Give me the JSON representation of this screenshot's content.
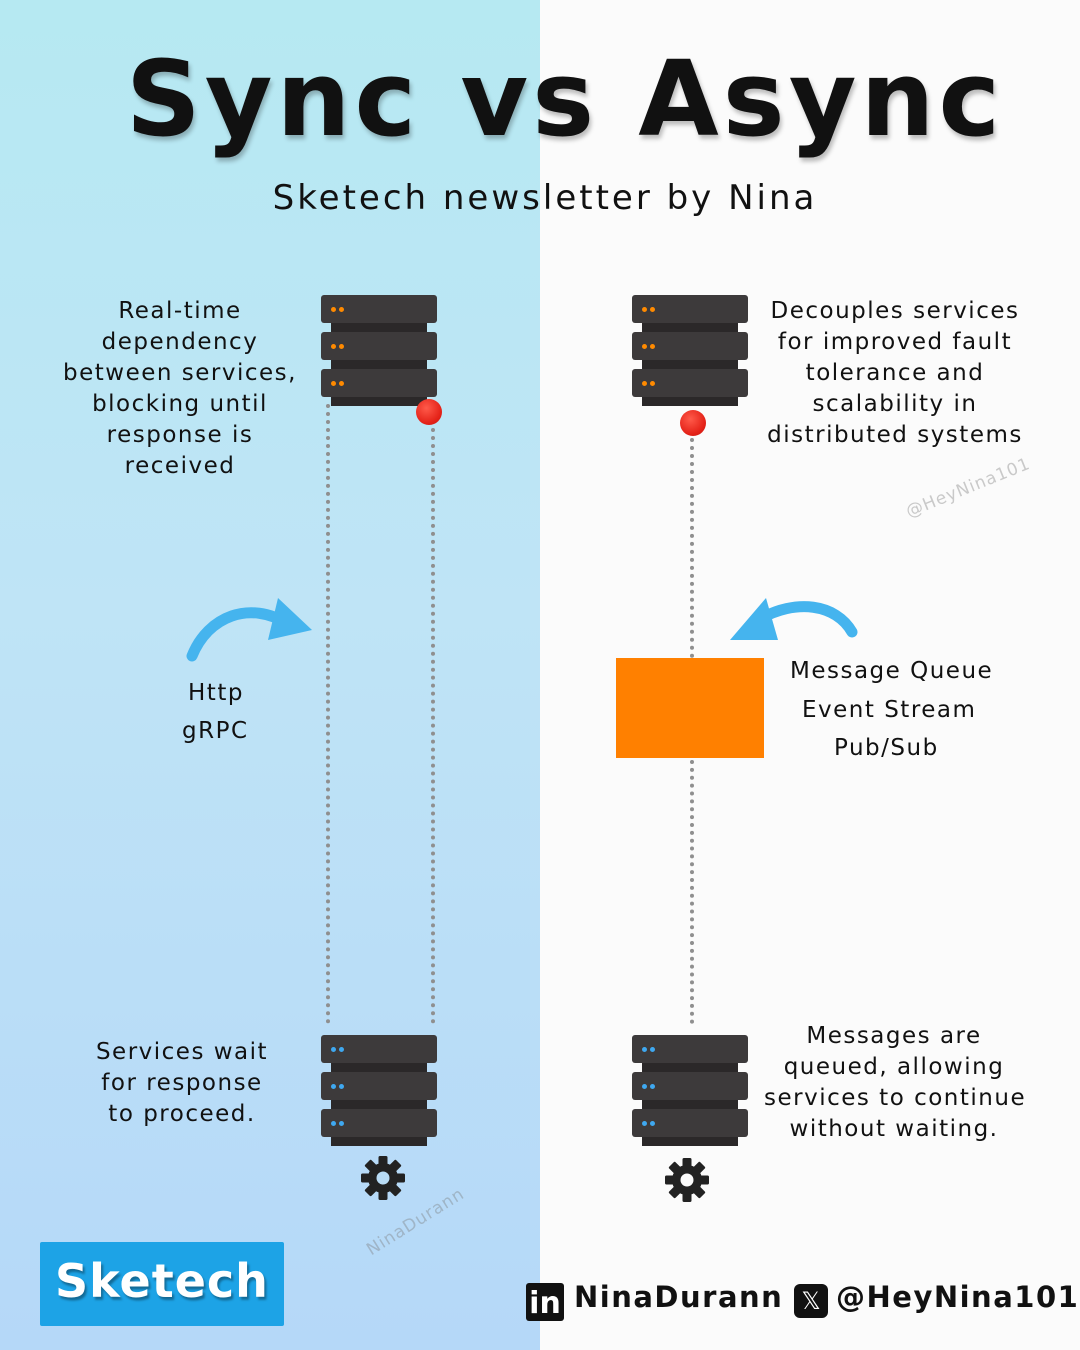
{
  "header": {
    "title": "Sync vs Async",
    "subtitle": "Sketech newsletter by Nina"
  },
  "sync": {
    "top_description": [
      "Real-time",
      "dependency",
      "between services,",
      "blocking until",
      "response is",
      "received"
    ],
    "protocols": [
      "Http",
      "gRPC"
    ],
    "bottom_description": [
      "Services wait",
      "for response",
      "to proceed."
    ]
  },
  "async": {
    "top_description": [
      "Decouples services",
      "for improved fault",
      "tolerance and",
      "scalability in",
      "distributed systems"
    ],
    "broker_labels": [
      "Message Queue",
      "Event Stream",
      "Pub/Sub"
    ],
    "bottom_description": [
      "Messages are",
      "queued, allowing",
      "services to continue",
      "without waiting."
    ]
  },
  "watermarks": {
    "right": "@HeyNina101",
    "left": "NinaDurann"
  },
  "footer": {
    "brand": "Sketech",
    "linkedin_icon_text": "in",
    "linkedin_handle": "NinaDurann",
    "x_icon_text": "𝕏",
    "x_handle": "@HeyNina101"
  },
  "icons": [
    "server-icon",
    "gear-icon",
    "curved-arrow-icon",
    "linkedin-icon",
    "x-icon"
  ],
  "colors": {
    "left_background": "#b8e3f5",
    "right_background": "#fbfbfb",
    "server": "#3d3a3b",
    "led_top": "#ff8a00",
    "led_bottom": "#3fa8f0",
    "request_dot": "#e42218",
    "queue": "#ff8000",
    "arrow": "#45b4ee",
    "brand": "#1da3e6"
  }
}
